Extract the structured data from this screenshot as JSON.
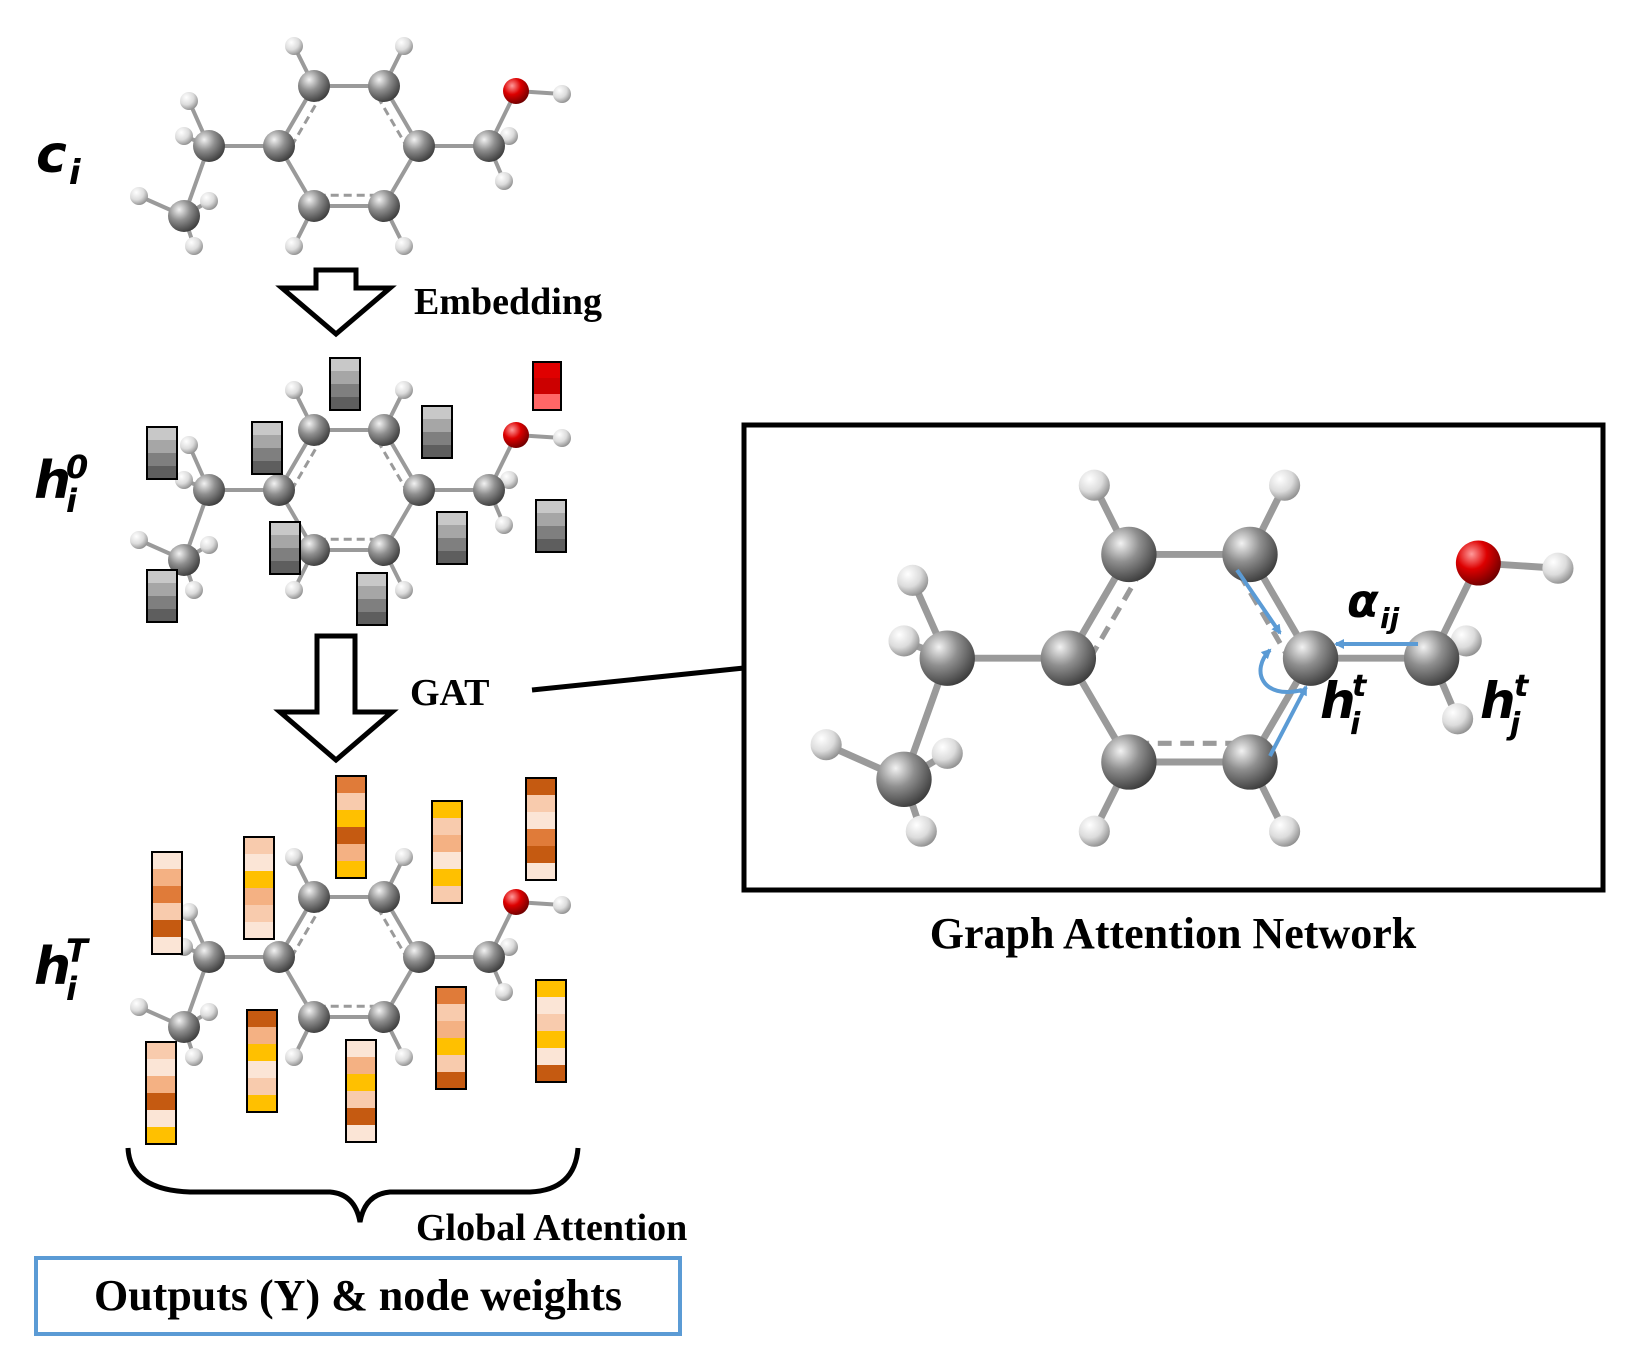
{
  "labels": {
    "ci_base": "c",
    "ci_sub": "i",
    "h0_base": "h",
    "h0_sup": "0",
    "h0_sub": "i",
    "hT_base": "h",
    "hT_sup": "T",
    "hT_sub": "i",
    "embedding": "Embedding",
    "gat": "GAT",
    "global_attention": "Global Attention",
    "outputs": "Outputs (Y) & node weights",
    "gat_title": "Graph Attention Network",
    "alpha_base": "α",
    "alpha_sub": "ij",
    "hit_base": "h",
    "hit_sup": "t",
    "hit_sub": "i",
    "hjt_base": "h",
    "hjt_sup": "t",
    "hjt_sub": "j"
  },
  "colors": {
    "carbon": "#8a8a8a",
    "hydrogen": "#e2e2e2",
    "oxygen": "#cc0000",
    "bond": "#9a9a9a",
    "attention_arrow": "#5b9bd5",
    "output_box_border": "#5b9bd5",
    "feature_gray": [
      "#c8c8c8",
      "#a6a6a6",
      "#7f7f7f",
      "#5e5e5e"
    ],
    "feature_red": [
      "#e00000",
      "#cc0000",
      "#ff6666"
    ],
    "feature_orange": [
      "#fbe5d6",
      "#f8cbad",
      "#f4b183",
      "#ffc000",
      "#c55a11",
      "#e07b39"
    ]
  }
}
